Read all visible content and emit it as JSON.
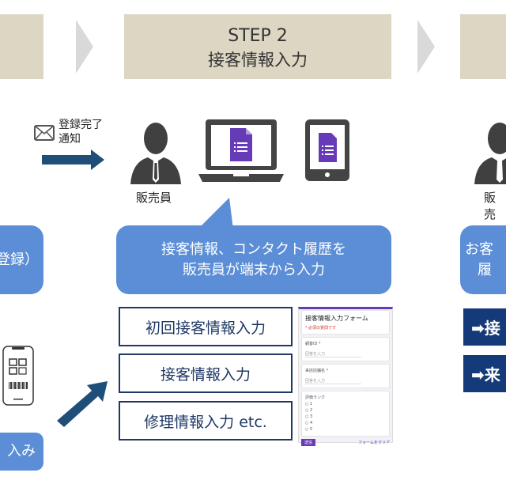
{
  "steps": {
    "left_partial": "",
    "step2_title": "STEP 2",
    "step2_subtitle": "接客情報入力",
    "right_partial": ""
  },
  "notification": {
    "icon": "envelope-icon",
    "text_line1": "登録完了",
    "text_line2": "通知"
  },
  "salesperson_label": "販売員",
  "salesperson_label_right": "販売",
  "left_bubble": {
    "text": "登録）"
  },
  "main_bubble": {
    "line1": "接客情報、コンタクト履歴を",
    "line2": "販売員が端末から入力"
  },
  "right_bubble": {
    "line1": "お客",
    "line2": "履"
  },
  "input_boxes": [
    "初回接客情報入力",
    "接客情報入力",
    "修理情報入力 etc."
  ],
  "left_button": {
    "label": "入み"
  },
  "right_actions": [
    "➡接",
    "➡来"
  ],
  "form": {
    "title": "接客情報入力フォーム",
    "required_note": "* 必須の質問です",
    "fields": [
      {
        "label": "顧客ID *",
        "placeholder": "回答を入力"
      },
      {
        "label": "来店店舗名 *",
        "placeholder": "回答を入力"
      }
    ],
    "rating_label": "評価ランク",
    "options": [
      "1",
      "2",
      "3",
      "4",
      "5"
    ],
    "submit": "送信",
    "clear": "フォームをクリア"
  },
  "colors": {
    "step_bg": "#dcd6c3",
    "bubble": "#5b8ed6",
    "navy": "#153a7a",
    "arrow": "#1f4e79",
    "forms_purple": "#673ab7"
  }
}
